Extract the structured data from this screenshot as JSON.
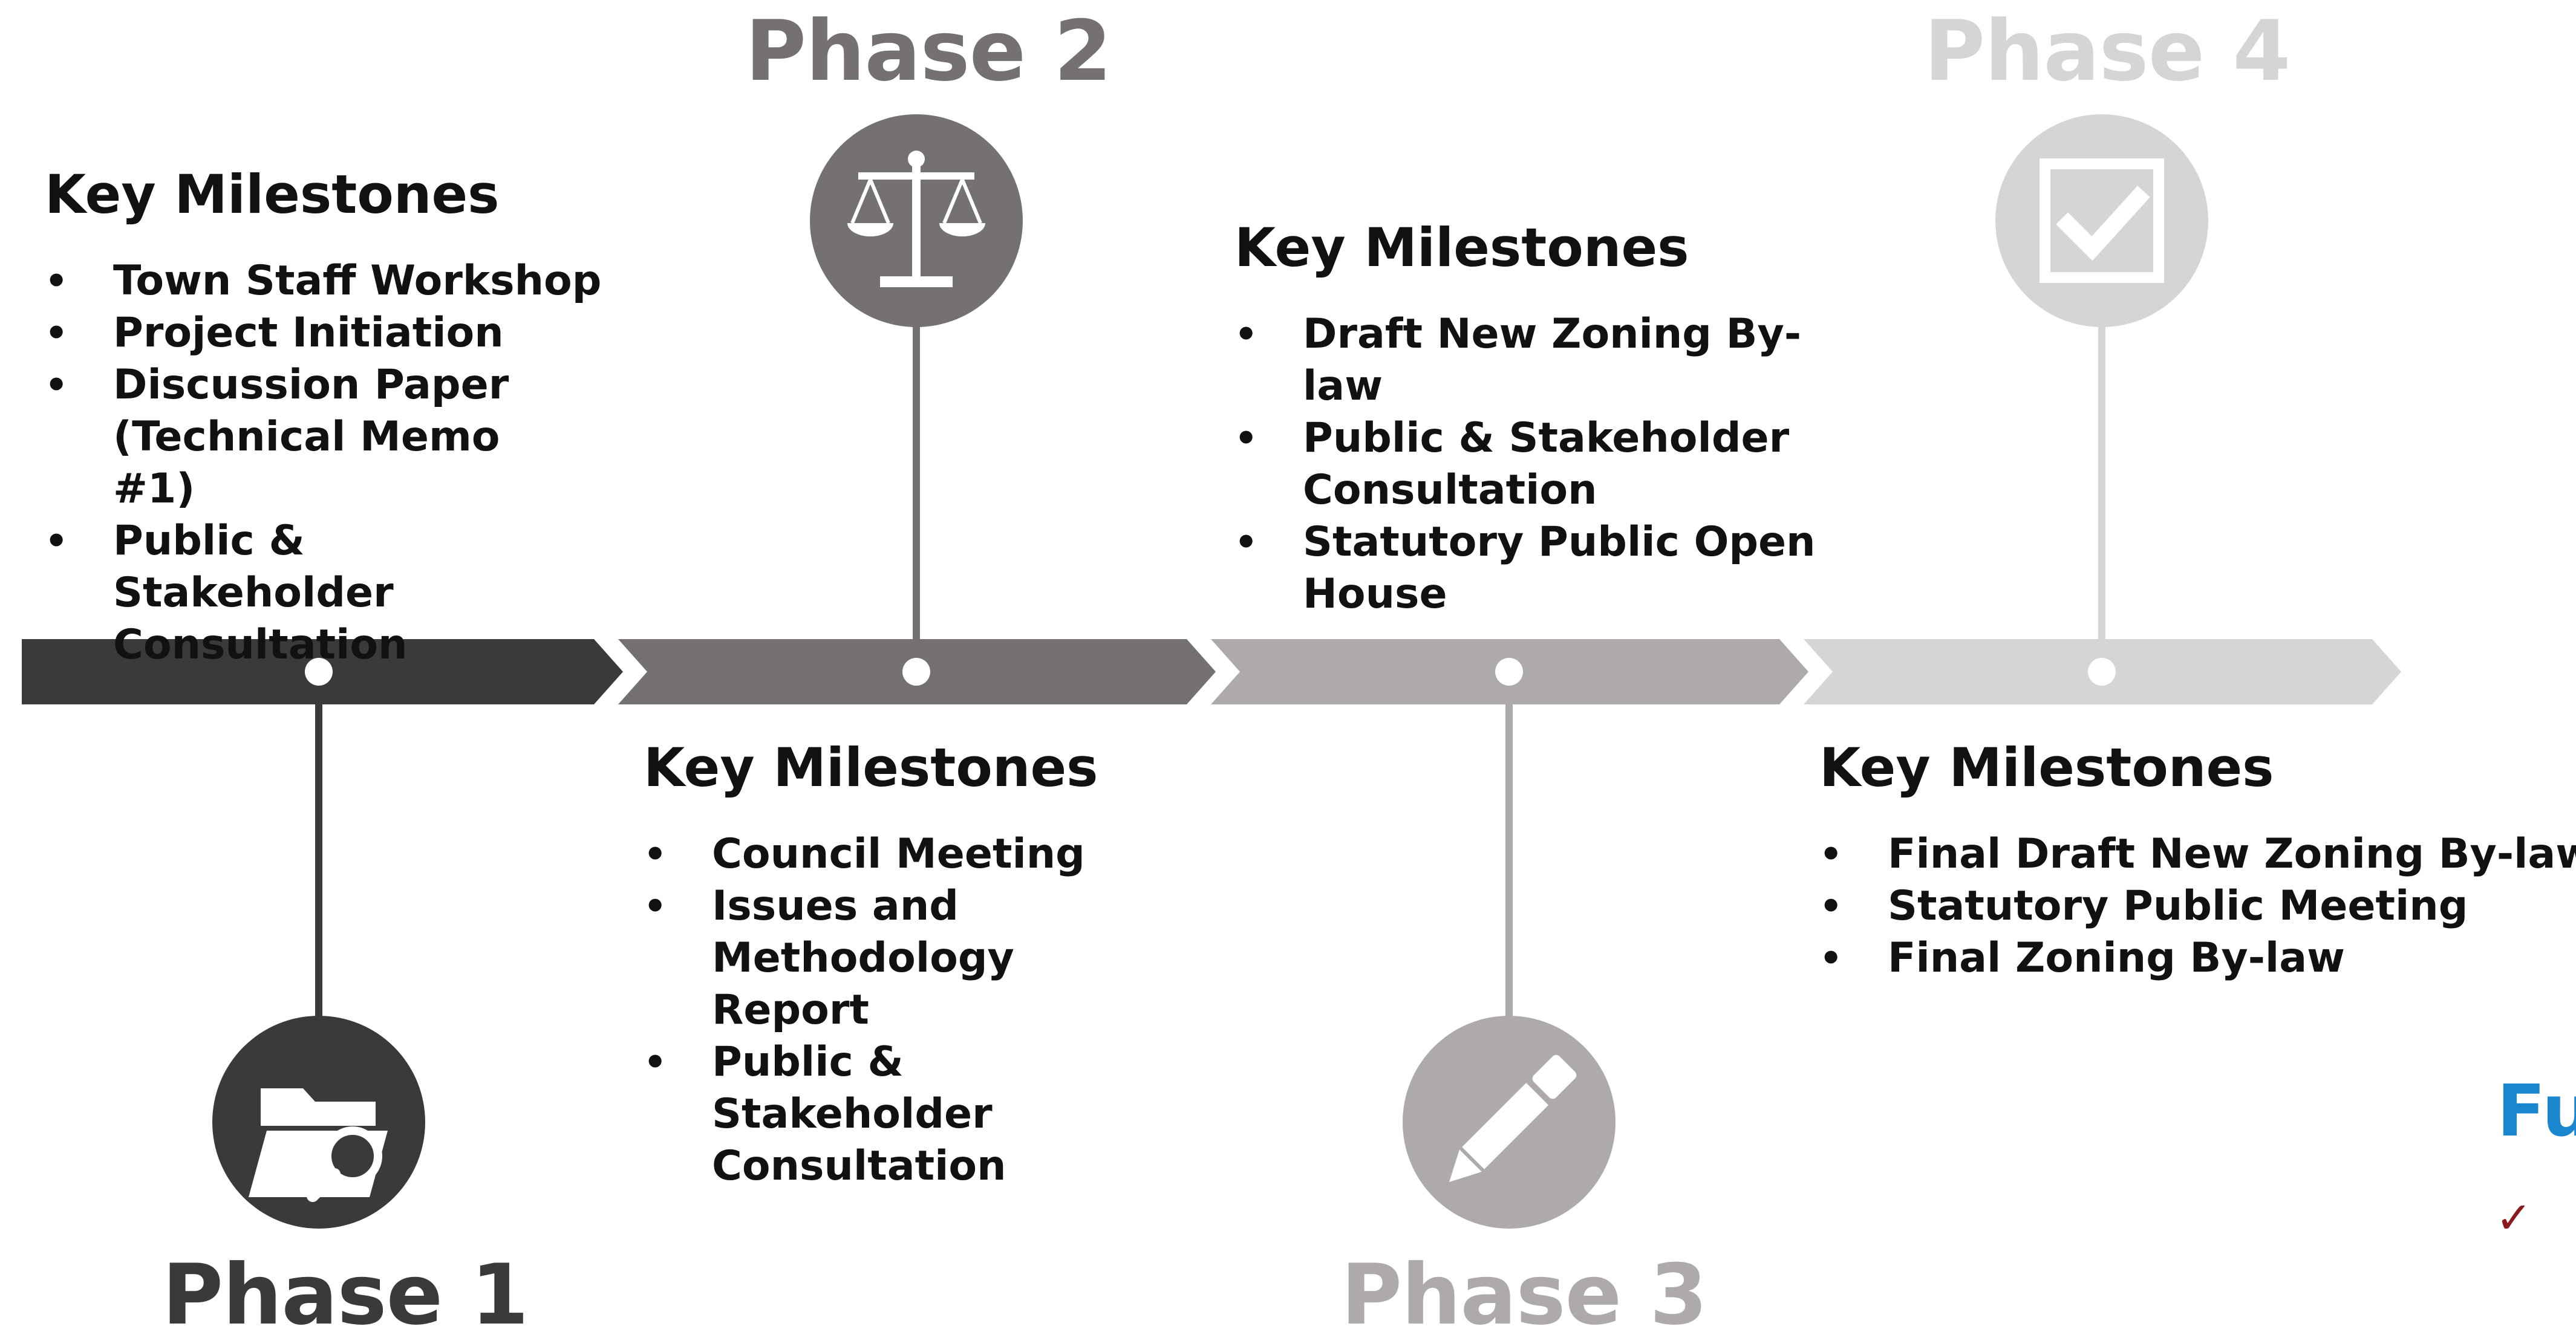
{
  "colors": {
    "phase1": "#3a3a3a",
    "phase2": "#757170",
    "phase3": "#aeaaaa",
    "phase4": "#d6d5d5",
    "text": "#111111",
    "accent_blue": "#1a86d0",
    "check_red": "#8b1a1a"
  },
  "phases": [
    {
      "title": "Phase 1",
      "icon": "folder-search-icon",
      "milestones": {
        "heading": "Key Milestones",
        "items": [
          "Town Staff Workshop",
          "Project Initiation",
          "Discussion Paper (Technical Memo #1)",
          "Public & Stakeholder Consultation"
        ]
      }
    },
    {
      "title": "Phase 2",
      "icon": "scales-of-justice-icon",
      "milestones": {
        "heading": "Key Milestones",
        "items": [
          "Council Meeting",
          "Issues and Methodology Report",
          "Public & Stakeholder Consultation"
        ]
      }
    },
    {
      "title": "Phase 3",
      "icon": "pencil-icon",
      "milestones": {
        "heading": "Key Milestones",
        "items": [
          "Draft New Zoning By-law",
          "Public & Stakeholder Consultation",
          "Statutory Public Open House"
        ]
      }
    },
    {
      "title": "Phase 4",
      "icon": "checkbox-checked-icon",
      "milestones": {
        "heading": "Key Milestones",
        "items": [
          "Final Draft New Zoning By-law",
          "Statutory Public Meeting",
          "Final Zoning By-law"
        ]
      }
    }
  ],
  "cutoff": {
    "heading": "Fu",
    "check": "✓"
  }
}
